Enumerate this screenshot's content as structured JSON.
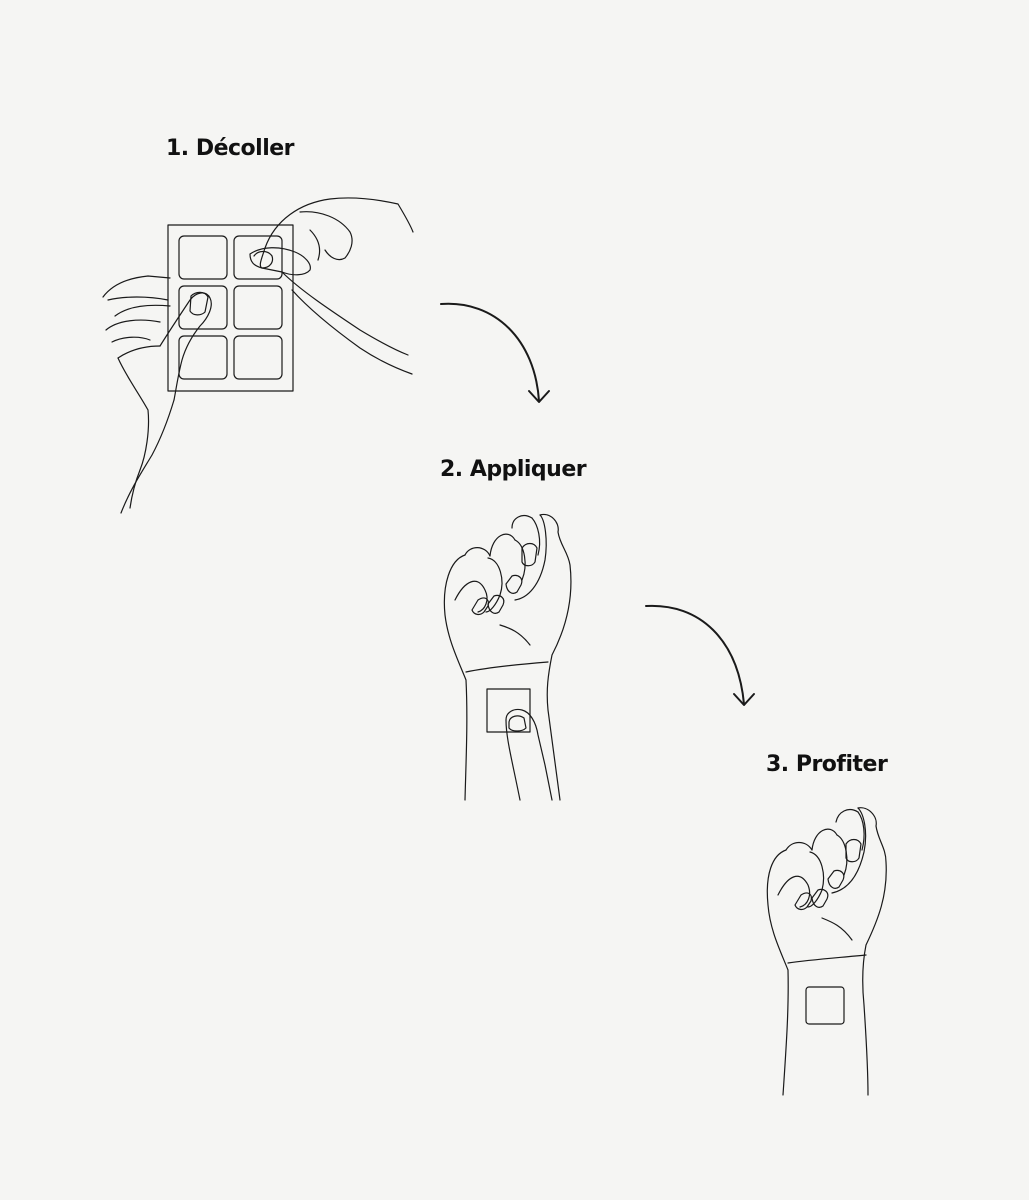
{
  "steps": [
    {
      "title": "1. Décoller"
    },
    {
      "title": "2. Appliquer"
    },
    {
      "title": "3. Profiter"
    }
  ],
  "colors": {
    "background": "#f5f5f3",
    "ink": "#1a1a1a",
    "text": "#111111"
  },
  "icons": [
    "hands-peeling-patch-sheet-icon",
    "hand-applying-patch-to-wrist-icon",
    "fist-with-patch-on-wrist-icon",
    "curved-arrow-down-icon"
  ]
}
